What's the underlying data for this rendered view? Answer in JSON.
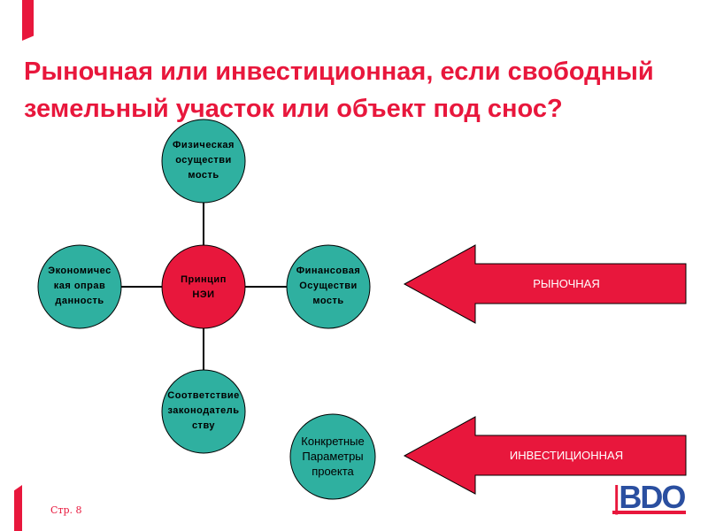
{
  "title": "Рыночная или инвестиционная, если свободный земельный участок или объект под снос?",
  "nodes": {
    "center": "Принцип НЭИ",
    "top": "Физическая осуществи мость",
    "left": "Экономичес кая оправ данность",
    "right": "Финансовая Осуществи мость",
    "bottom": "Соответствие законодатель ству",
    "extra": "Конкретные Параметры проекта"
  },
  "arrows": {
    "market": "РЫНОЧНАЯ",
    "investment": "ИНВЕСТИЦИОННАЯ"
  },
  "footer": {
    "page": "Стр. 8",
    "logo": "BDO"
  },
  "colors": {
    "red": "#e8173c",
    "teal": "#2fb0a0",
    "blue": "#2a4fa0"
  }
}
